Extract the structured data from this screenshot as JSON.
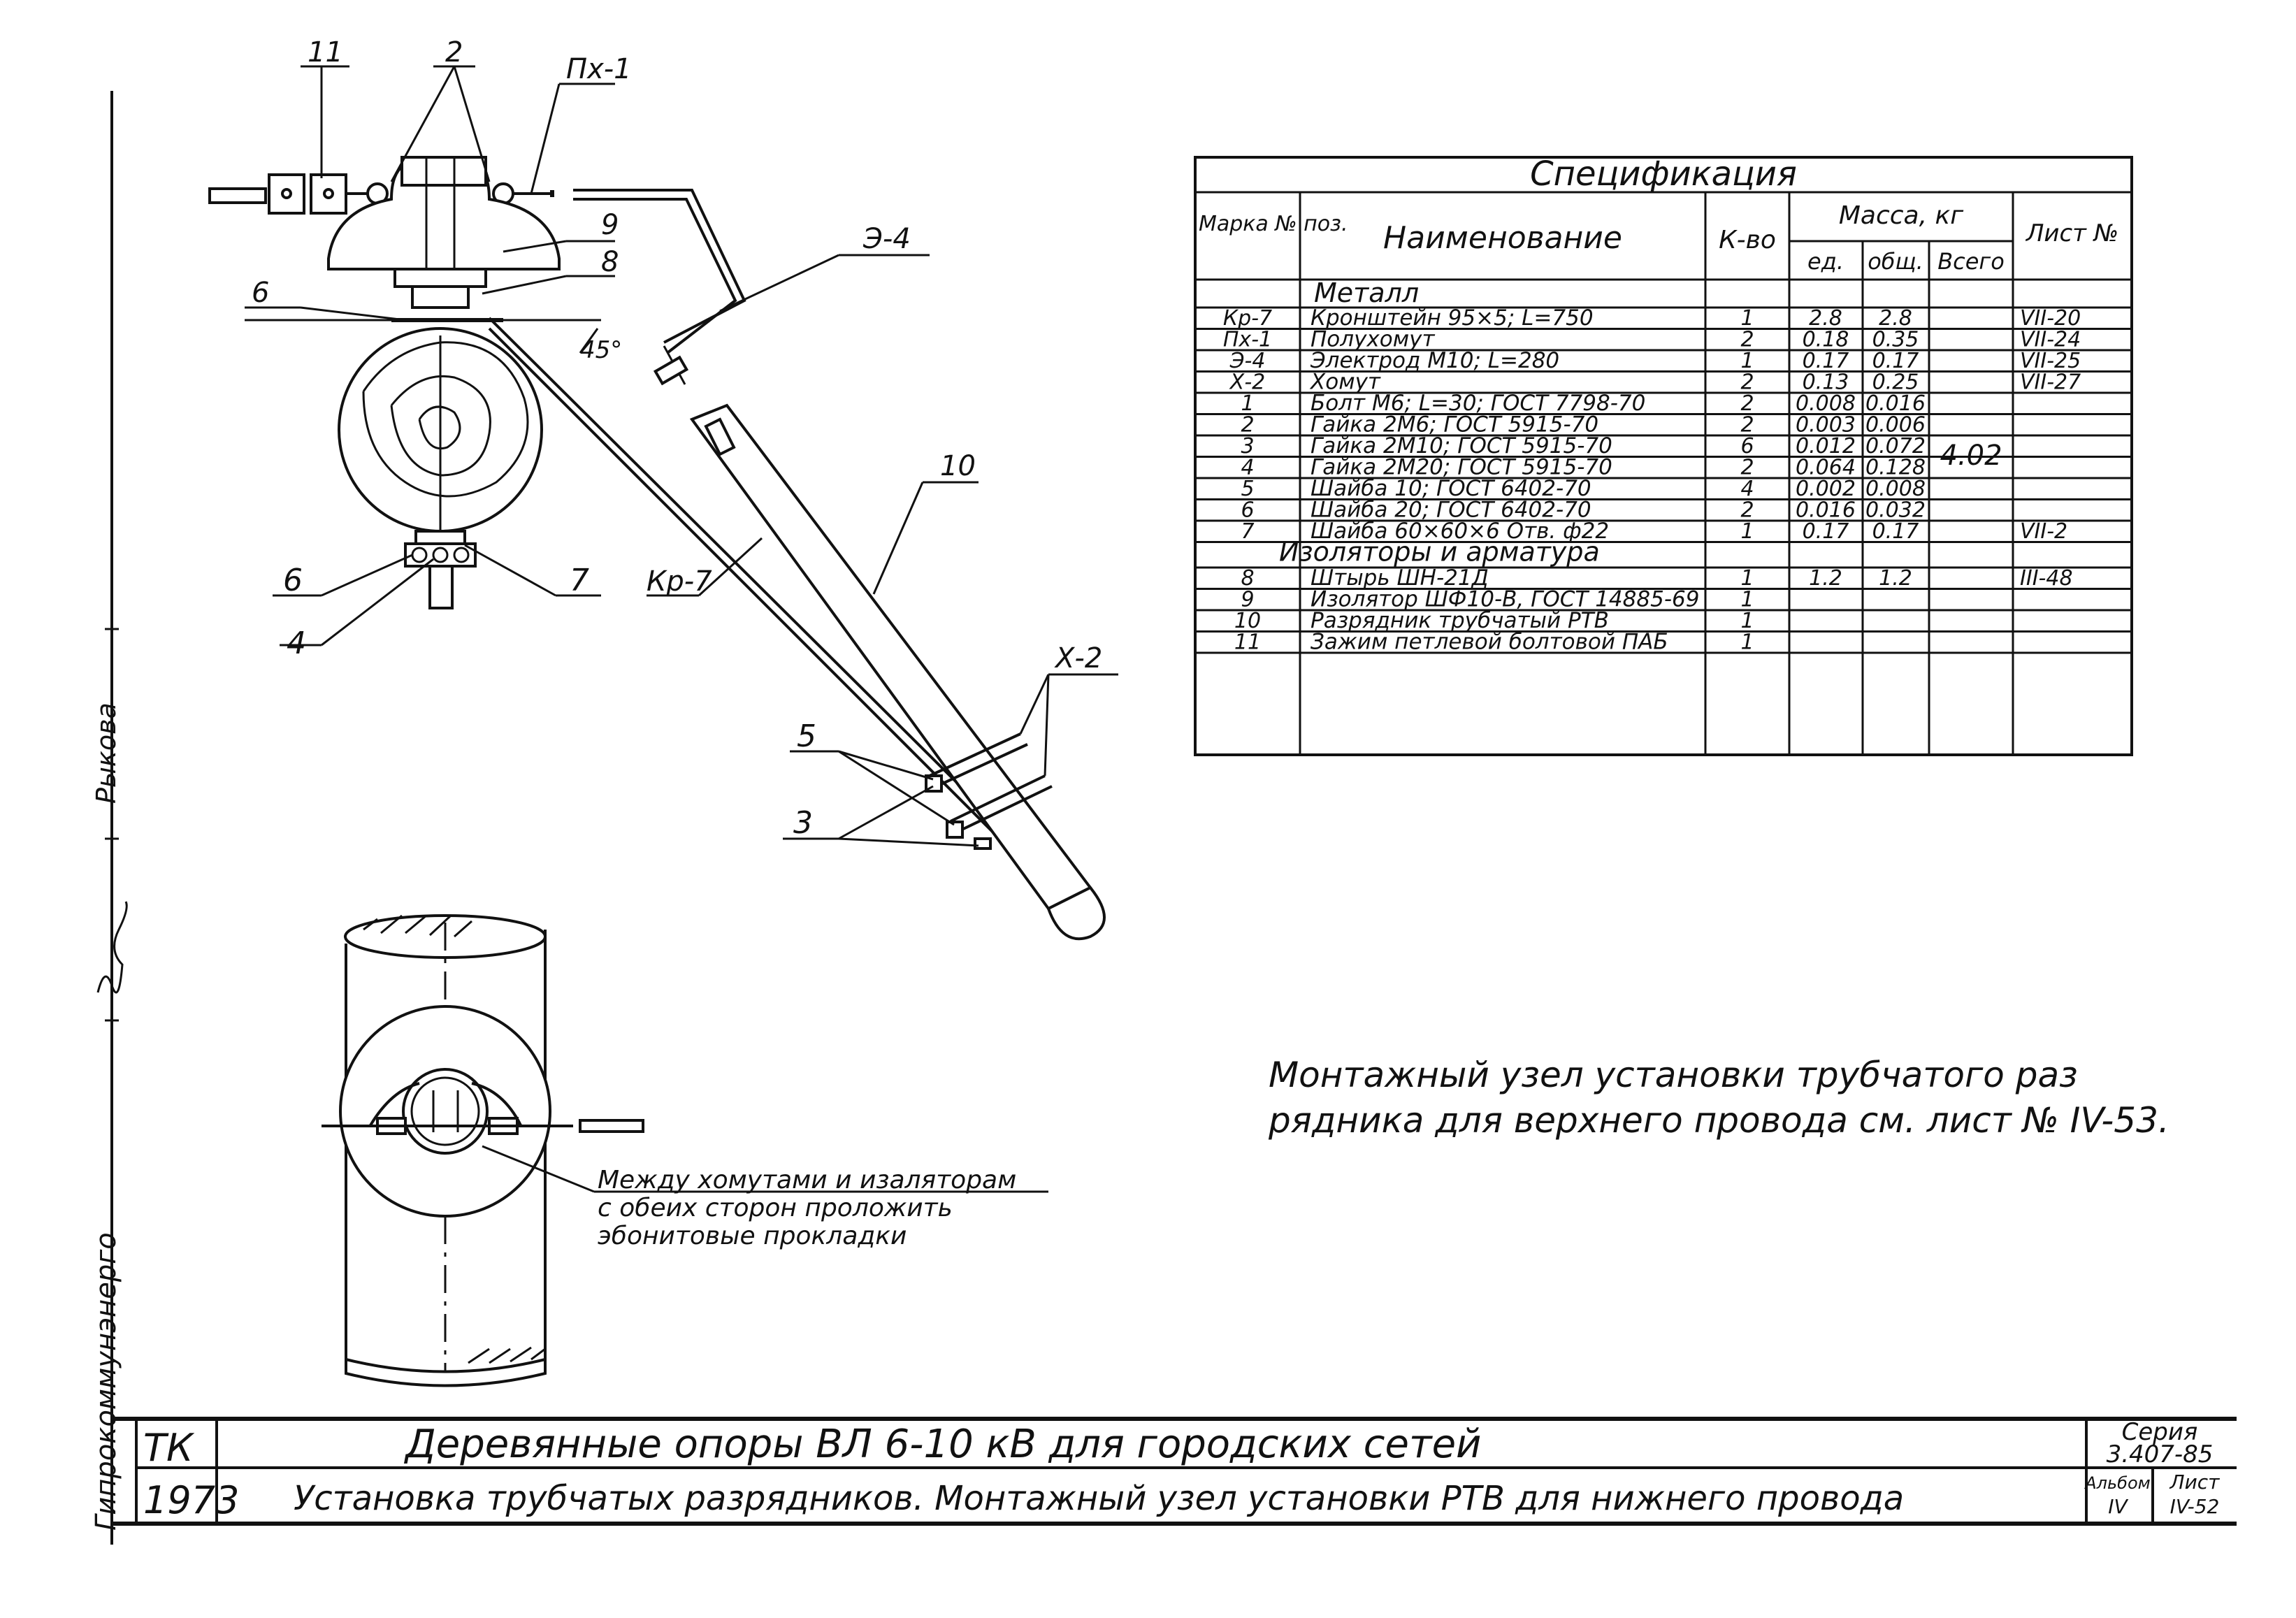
{
  "drawing": {
    "callouts": {
      "c11": "11",
      "c2": "2",
      "px1": "Пх-1",
      "e4": "Э-4",
      "c9": "9",
      "c8": "8",
      "c6a": "6",
      "angle": "45°",
      "c10": "10",
      "c6b": "6",
      "c4": "4",
      "c7": "7",
      "kp7": "Кр-7",
      "x2": "Х-2",
      "c5": "5",
      "c3": "3"
    },
    "detail_note": [
      "Между хомутами и изаляторам",
      "с обеих сторон проложить",
      "эбонитовые прокладки"
    ],
    "main_note": [
      "Монтажный узел установки трубчатого раз",
      "рядника для верхнего провода см. лист № IV-53."
    ]
  },
  "spec": {
    "title": "Спецификация",
    "headers": {
      "mark": "Марка № поз.",
      "name": "Наименование",
      "qty": "К-во",
      "mass": "Масса, кг",
      "unit": "ед.",
      "total": "общ.",
      "all": "Всего",
      "sheet": "Лист №"
    },
    "section1": "Металл",
    "section2": "Изоляторы и арматура",
    "mass_all": "4.02",
    "rows": [
      {
        "mark": "Кр-7",
        "name": "Кронштейн 95×5; L=750",
        "qty": "1",
        "unit": "2.8",
        "total": "2.8",
        "sheet": "VII-20"
      },
      {
        "mark": "Пх-1",
        "name": "Полухомут",
        "qty": "2",
        "unit": "0.18",
        "total": "0.35",
        "sheet": "VII-24"
      },
      {
        "mark": "Э-4",
        "name": "Электрод М10; L=280",
        "qty": "1",
        "unit": "0.17",
        "total": "0.17",
        "sheet": "VII-25"
      },
      {
        "mark": "Х-2",
        "name": "Хомут",
        "qty": "2",
        "unit": "0.13",
        "total": "0.25",
        "sheet": "VII-27"
      },
      {
        "mark": "1",
        "name": "Болт М6; L=30; ГОСТ 7798-70",
        "qty": "2",
        "unit": "0.008",
        "total": "0.016",
        "sheet": ""
      },
      {
        "mark": "2",
        "name": "Гайка 2М6; ГОСТ 5915-70",
        "qty": "2",
        "unit": "0.003",
        "total": "0.006",
        "sheet": ""
      },
      {
        "mark": "3",
        "name": "Гайка 2М10; ГОСТ 5915-70",
        "qty": "6",
        "unit": "0.012",
        "total": "0.072",
        "sheet": ""
      },
      {
        "mark": "4",
        "name": "Гайка 2М20; ГОСТ 5915-70",
        "qty": "2",
        "unit": "0.064",
        "total": "0.128",
        "sheet": ""
      },
      {
        "mark": "5",
        "name": "Шайба 10; ГОСТ 6402-70",
        "qty": "4",
        "unit": "0.002",
        "total": "0.008",
        "sheet": ""
      },
      {
        "mark": "6",
        "name": "Шайба 20; ГОСТ 6402-70",
        "qty": "2",
        "unit": "0.016",
        "total": "0.032",
        "sheet": ""
      },
      {
        "mark": "7",
        "name": "Шайба 60×60×6 Отв. ф22",
        "qty": "1",
        "unit": "0.17",
        "total": "0.17",
        "sheet": "VII-2"
      },
      {
        "mark": "8",
        "name": "Штырь ШН-21Д",
        "qty": "1",
        "unit": "1.2",
        "total": "1.2",
        "sheet": "III-48"
      },
      {
        "mark": "9",
        "name": "Изолятор ШФ10-В, ГОСТ 14885-69",
        "qty": "1",
        "unit": "",
        "total": "",
        "sheet": ""
      },
      {
        "mark": "10",
        "name": "Разрядник трубчатый РТВ",
        "qty": "1",
        "unit": "",
        "total": "",
        "sheet": ""
      },
      {
        "mark": "11",
        "name": "Зажим петлевой болтовой ПАБ",
        "qty": "1",
        "unit": "",
        "total": "",
        "sheet": ""
      }
    ]
  },
  "side_stamp": {
    "org": "Гипрокоммунэнерго",
    "name": "Рыкова"
  },
  "title_block": {
    "tk": "ТК",
    "year": "1973",
    "line1": "Деревянные опоры ВЛ 6-10 кВ для городских сетей",
    "line2": "Установка трубчатых разрядников. Монтажный узел установки РТВ для нижнего провода",
    "series_label": "Серия",
    "series_value": "3.407-85",
    "album_label": "Альбом",
    "album_value": "IV",
    "sheet_label": "Лист",
    "sheet_value": "IV-52"
  }
}
